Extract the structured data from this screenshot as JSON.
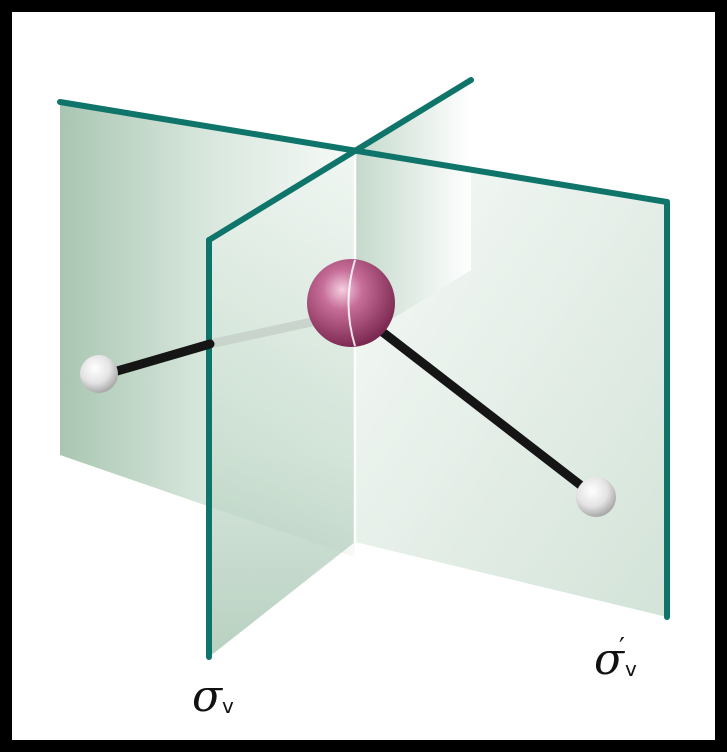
{
  "labels": {
    "sigma_v": {
      "symbol": "σ",
      "subscript": "v"
    },
    "sigma_v_prime": {
      "symbol": "σ",
      "prime": "′",
      "subscript": "v"
    }
  },
  "colors": {
    "plane_edge": "#0f7469",
    "plane_fill_light": "#f4f8f5",
    "plane_fill_dark": "#8fb19d",
    "central_atom": "#b24f7e",
    "terminal_atom": "#e8e8e8",
    "bond": "#151515",
    "bond_behind_plane": "#aaaaaa"
  }
}
